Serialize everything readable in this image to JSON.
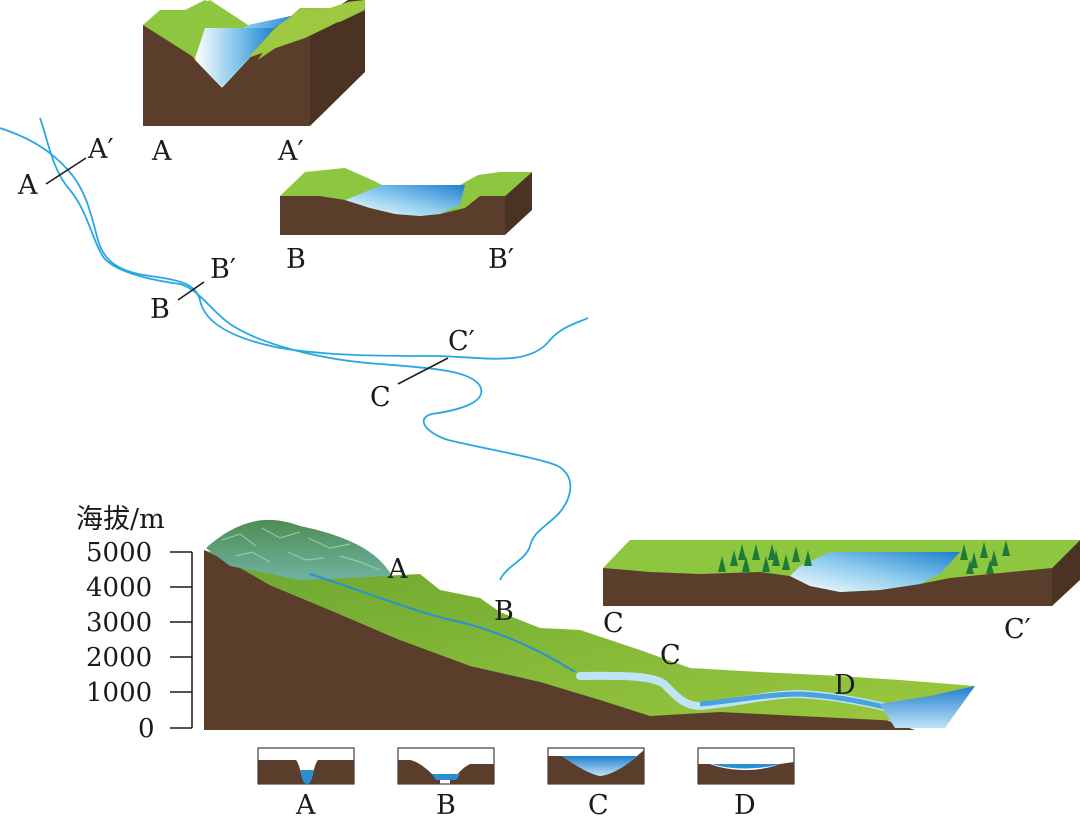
{
  "section_labels": {
    "a": "A",
    "a_prime": "A′",
    "b": "B",
    "b_prime": "B′",
    "c": "C",
    "c_prime": "C′",
    "d": "D"
  },
  "profile": {
    "y_axis_title": "海拔/m",
    "y_ticks": [
      "5000",
      "4000",
      "3000",
      "2000",
      "1000",
      "0"
    ]
  },
  "colors": {
    "land_green": "#8dc63f",
    "soil_brown": "#5a3e2b",
    "water_blue": "#2b8fd6",
    "river_line": "#29a8e0"
  }
}
